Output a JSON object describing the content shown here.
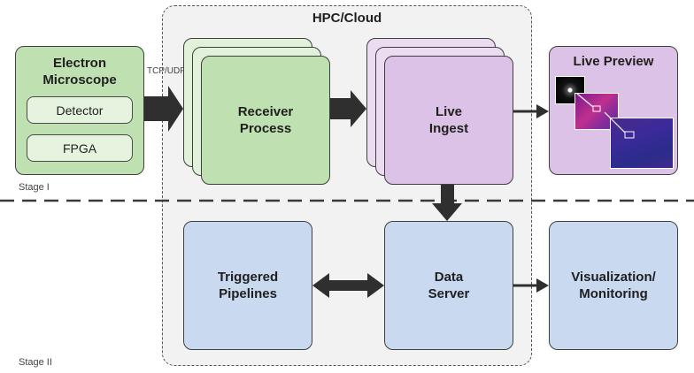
{
  "title": "HPC/Cloud",
  "electron_microscope": {
    "title": "Electron\nMicroscope",
    "components": [
      "Detector",
      "FPGA"
    ]
  },
  "link_label": "TCP/UDP",
  "receiver": "Receiver\nProcess",
  "live_ingest": "Live\nIngest",
  "live_preview": "Live Preview",
  "triggered_pipelines": "Triggered\nPipelines",
  "data_server": "Data\nServer",
  "visualization": "Visualization/\nMonitoring",
  "stages": [
    "Stage I",
    "Stage II"
  ],
  "colors": {
    "green": "#bfe1b2",
    "purple": "#dcc2e6",
    "blue": "#c9daf0",
    "arrow": "#2f2f2f"
  }
}
